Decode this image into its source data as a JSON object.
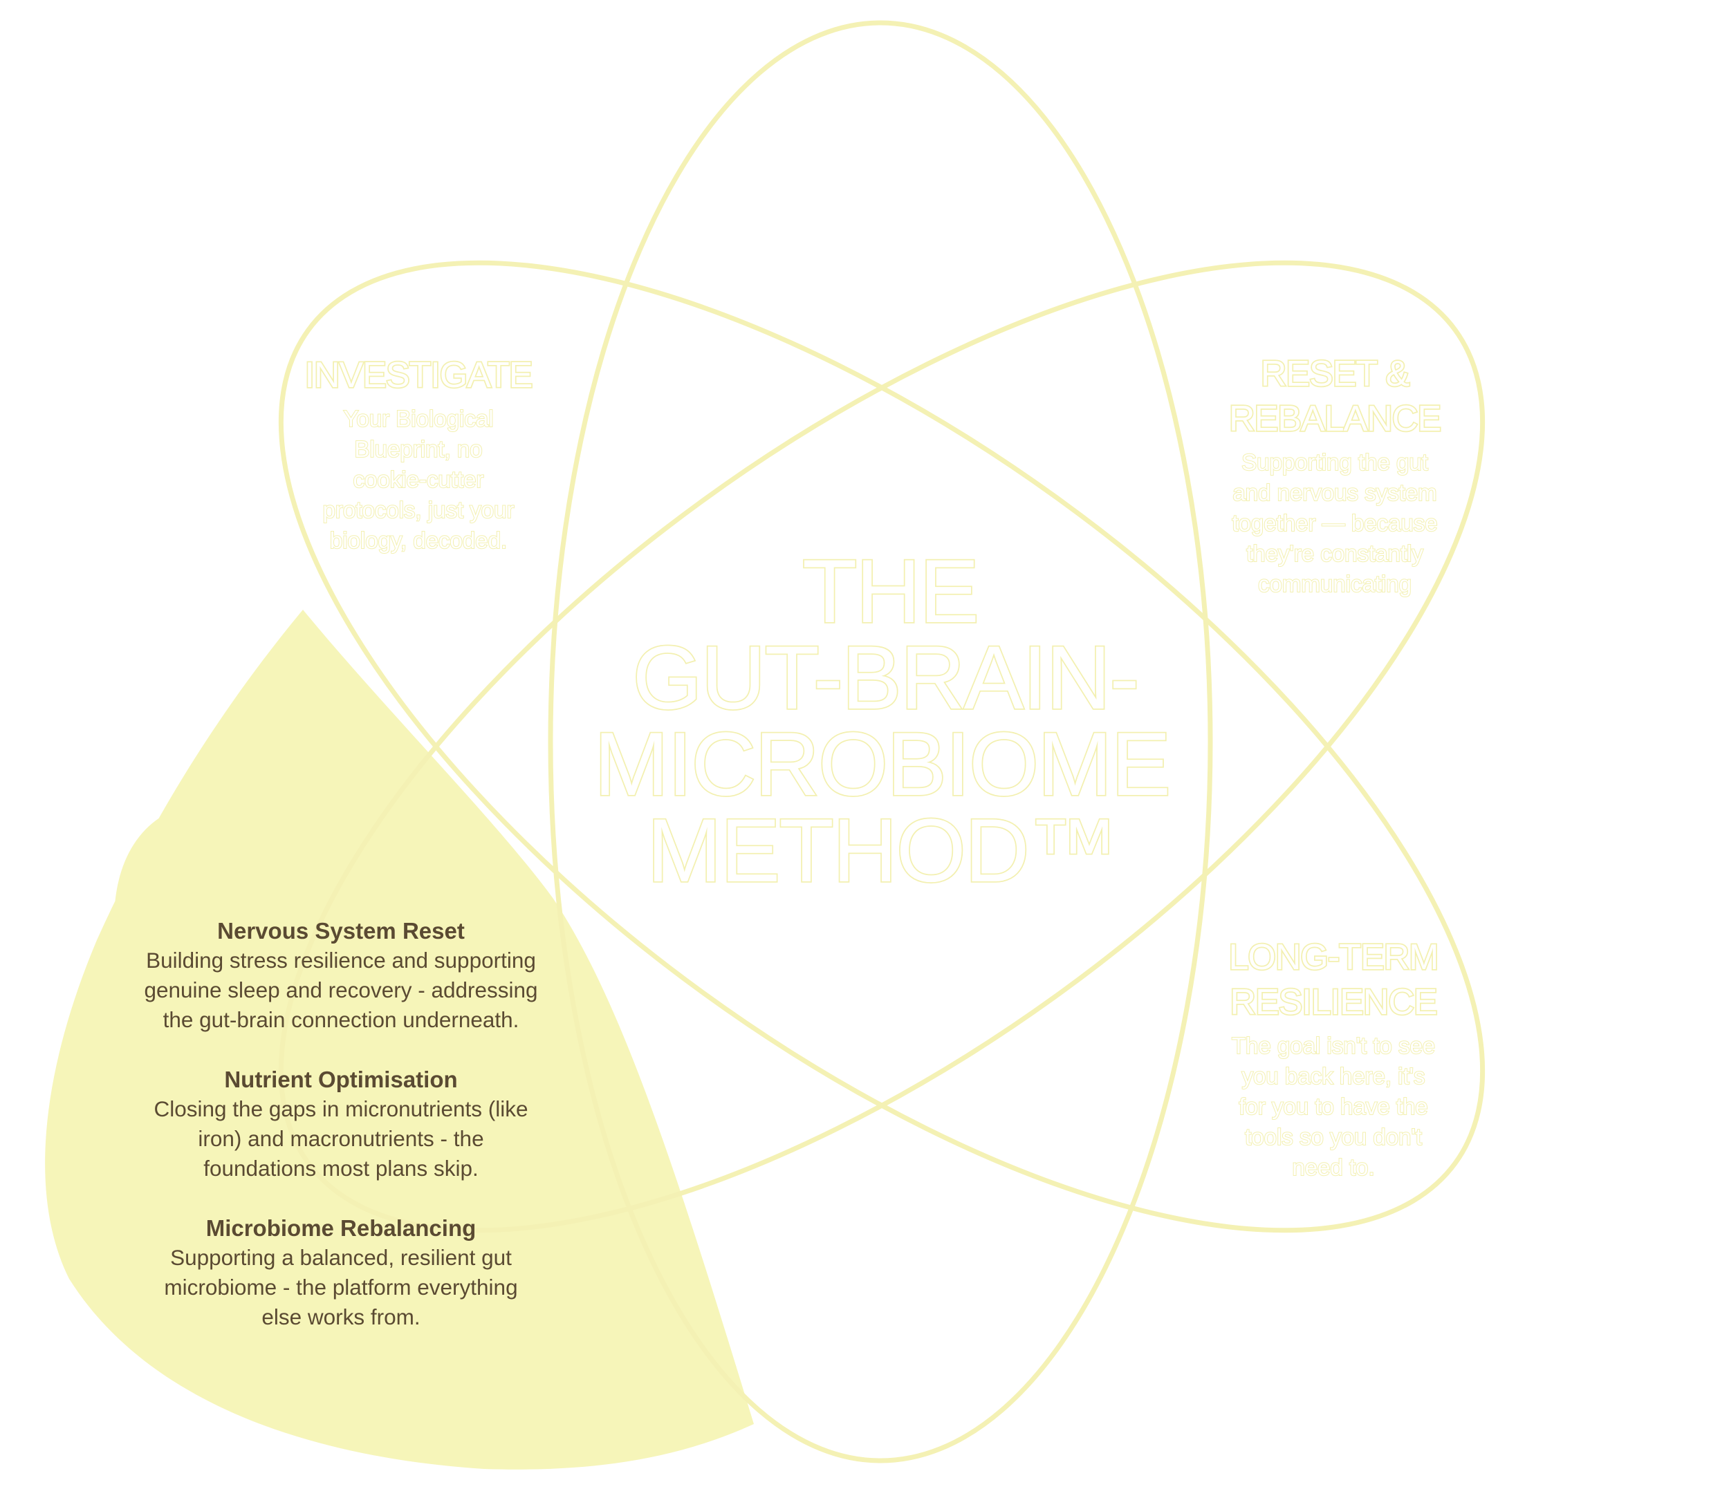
{
  "colors": {
    "outline": "#f4f1b4",
    "petal_fill": "#f6f5b9",
    "body_text": "#5a4a32",
    "background": "#ffffff"
  },
  "center": {
    "lines": [
      "THE",
      "GUT-BRAIN-",
      "MICROBIOME",
      "METHOD™"
    ]
  },
  "sections": {
    "investigate": {
      "title": "INVESTIGATE",
      "body_lines": [
        "Your Biological",
        "Blueprint, no",
        "cookie-cutter",
        "protocols, just your",
        "biology, decoded."
      ]
    },
    "reset": {
      "title_lines": [
        "RESET &",
        "REBALANCE"
      ],
      "body_lines": [
        "Supporting the gut",
        "and nervous system",
        "together — because",
        "they're constantly",
        "communicating"
      ]
    },
    "resilience": {
      "title_lines": [
        "LONG-TERM",
        "RESILIENCE"
      ],
      "body_lines": [
        "The goal isn't to see",
        "you back here, it's",
        "for you to have the",
        "tools so you don't",
        "need to."
      ]
    }
  },
  "highlighted": {
    "items": [
      {
        "heading": "Nervous System Reset",
        "body": "Building stress resilience and supporting\ngenuine sleep and recovery - addressing\nthe gut-brain connection underneath."
      },
      {
        "heading": "Nutrient Optimisation",
        "body": "Closing the gaps in micronutrients (like\niron) and macronutrients - the\nfoundations most plans skip."
      },
      {
        "heading": "Microbiome Rebalancing",
        "body": "Supporting a balanced, resilient gut\nmicrobiome - the platform everything\nelse works from."
      }
    ]
  }
}
